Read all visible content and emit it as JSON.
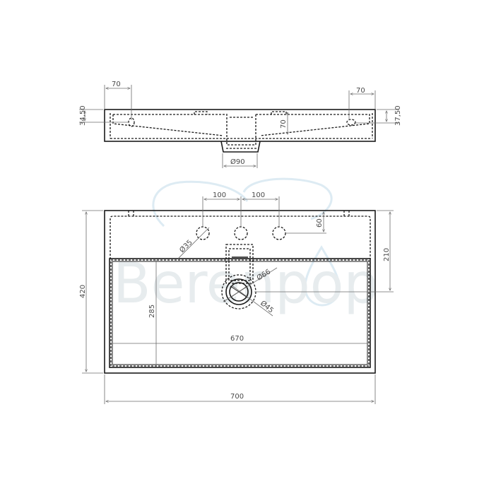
{
  "watermark": {
    "text": "Berenpop",
    "text_color": "#e7ecee",
    "logo_color": "#cfe3ee"
  },
  "top_view": {
    "dimensions": {
      "left_hole_offset": "70",
      "right_hole_offset": "70",
      "left_hole_height": "34,50",
      "right_hole_height": "37,50",
      "inner_depth": "70",
      "drain_diameter": "Ø90"
    }
  },
  "front_view": {
    "dimensions": {
      "tap_hole_spacing_left": "100",
      "tap_hole_spacing_right": "100",
      "tap_hole_from_back": "60",
      "tap_hole_diameter": "Ø35",
      "drain_from_back": "210",
      "overflow_diameter": "Ø66",
      "drain_diameter": "Ø45",
      "total_depth": "420",
      "basin_depth": "285",
      "basin_width": "670",
      "total_width": "700"
    }
  },
  "colors": {
    "line": "#1a1a1a",
    "dimension_line": "#6b6b6b",
    "dimension_text": "#4a4a4a",
    "background": "#ffffff"
  }
}
